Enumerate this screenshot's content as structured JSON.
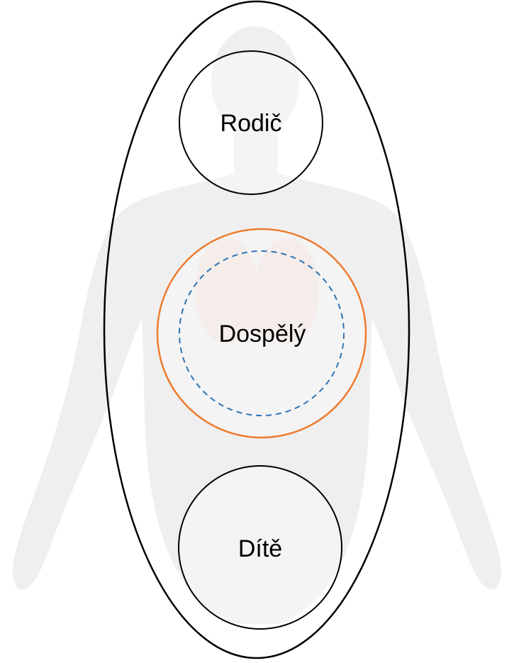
{
  "diagram": {
    "states": [
      {
        "id": "parent",
        "label": "Rodič"
      },
      {
        "id": "adult",
        "label": "Dospělý"
      },
      {
        "id": "child",
        "label": "Dítě"
      }
    ],
    "colors": {
      "outline": "#000000",
      "adult_outer": "#ed7d31",
      "adult_inner_dashed": "#2e75b6",
      "background_figure": "#e9e9e9"
    },
    "background": "faded human body anatomy silhouette"
  }
}
